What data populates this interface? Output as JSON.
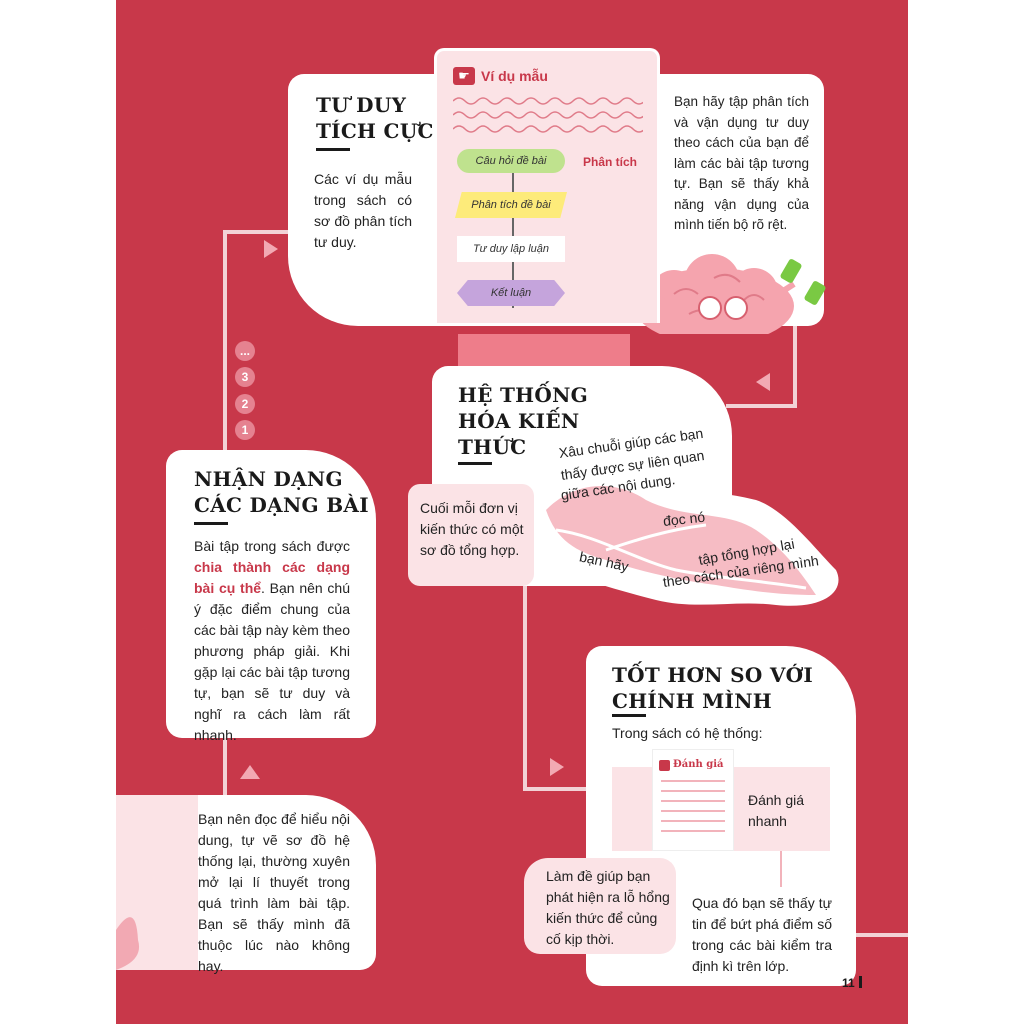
{
  "colors": {
    "page_bg": "#c8384a",
    "card_bg": "#ffffff",
    "pink_panel": "#fbe3e6",
    "accent_red": "#c8384a",
    "connector": "#f2d2d6",
    "title_text": "#1a1a1a"
  },
  "card1": {
    "title_line1": "TƯ DUY",
    "title_line2": "TÍCH CỰC",
    "body": "Các ví dụ mẫu trong sách có sơ đồ phân tích tư duy.",
    "example": {
      "icon": "pointing-hand-icon",
      "label": "Ví dụ mẫu",
      "side_label": "Phân tích",
      "steps": [
        "Câu hỏi đề bài",
        "Phân tích đề bài",
        "Tư duy lập luận",
        "Kết luận"
      ]
    },
    "right_text": "Bạn hãy tập phân tích và vận dụng tư duy theo cách của bạn để làm các bài tập tương tự. Bạn sẽ thấy khả năng vận dụng của mình tiến bộ rõ rệt."
  },
  "steps_indicator": [
    "...",
    "3",
    "2",
    "1"
  ],
  "card2": {
    "title_line1": "HỆ THỐNG",
    "title_line2": "HÓA KIẾN",
    "title_line3": "THỨC",
    "box_text": "Cuối mỗi đơn vị kiến thức có một sơ đồ tổng hợp.",
    "curve_text1_line1": "Xâu chuỗi giúp các bạn",
    "curve_text1_line2": "thấy được sự liên quan",
    "curve_text1_line3": "giữa các nội dung.",
    "branch_doc": "đọc nó",
    "branch_ban_hay": "bạn hãy",
    "branch_tap1": "tập tổng hợp lại",
    "branch_tap2": "theo cách của riêng mình"
  },
  "card3": {
    "title_line1": "NHẬN DẠNG",
    "title_line2": "CÁC DẠNG BÀI",
    "body_pre": "Bài tập trong sách được",
    "body_highlight": "chia thành các dạng bài cụ thể",
    "body_post": ". Bạn nên chú ý đặc điểm chung của các bài tập này kèm theo phương pháp giải. Khi gặp lại các bài tập tương tự, bạn sẽ tư duy và nghĩ ra cách làm rất nhanh."
  },
  "card4": {
    "body": "Bạn nên đọc để hiểu nội dung, tự vẽ sơ đồ hệ thống lại, thường xuyên mở lại lí thuyết trong quá trình làm bài tập. Bạn sẽ thấy mình đã thuộc lúc nào không hay."
  },
  "card5": {
    "title_line1": "TỐT HƠN SO VỚI",
    "title_line2": "CHÍNH MÌNH",
    "intro": "Trong sách có hệ thống:",
    "doc_icon": "assessment-icon",
    "doc_label": "Đánh giá",
    "eval_text": "Đánh giá nhanh",
    "left_bubble": "Làm đề giúp bạn phát hiện ra lỗ hổng kiến thức để củng cố kịp thời.",
    "right_text": "Qua đó bạn sẽ thấy tự tin để bứt phá điểm số trong các bài kiểm tra định kì trên lớp."
  },
  "page_number": "11"
}
